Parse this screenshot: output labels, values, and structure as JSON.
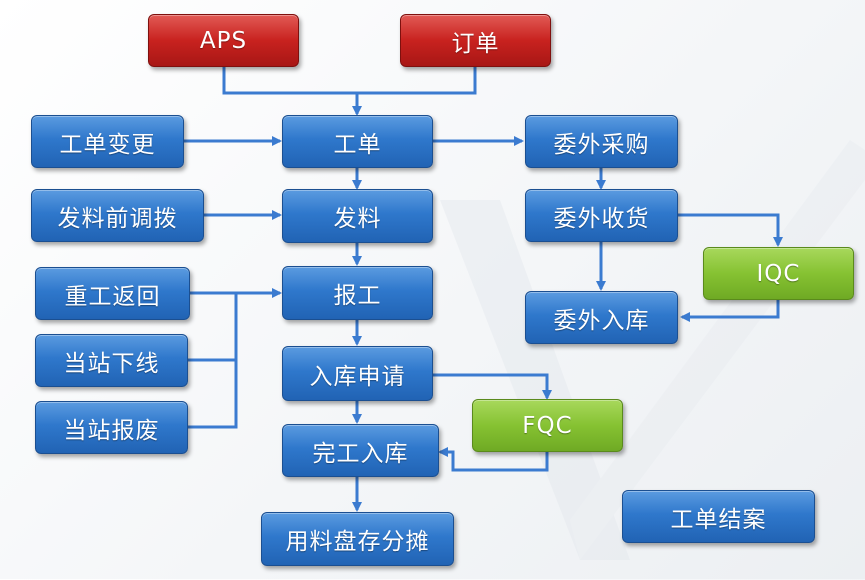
{
  "nodes": {
    "aps": "APS",
    "order": "订单",
    "work_order": "工单",
    "work_order_change": "工单变更",
    "outsource_purchase": "委外采购",
    "material_issue": "发料",
    "pre_issue_transfer": "发料前调拨",
    "outsource_receiving": "委外收货",
    "report_work": "报工",
    "rework_return": "重工返回",
    "iqc": "IQC",
    "outsource_warehousing": "委外入库",
    "station_offline": "当站下线",
    "warehousing_request": "入库申请",
    "station_scrap": "当站报废",
    "fqc": "FQC",
    "completion_warehousing": "完工入库",
    "work_order_close": "工单结案",
    "material_inventory_allocation": "用料盘存分摊"
  },
  "colors": {
    "box_blue": "#2f78cc",
    "box_red": "#c8221f",
    "box_green": "#86c232",
    "connector": "#3b7bd0"
  }
}
